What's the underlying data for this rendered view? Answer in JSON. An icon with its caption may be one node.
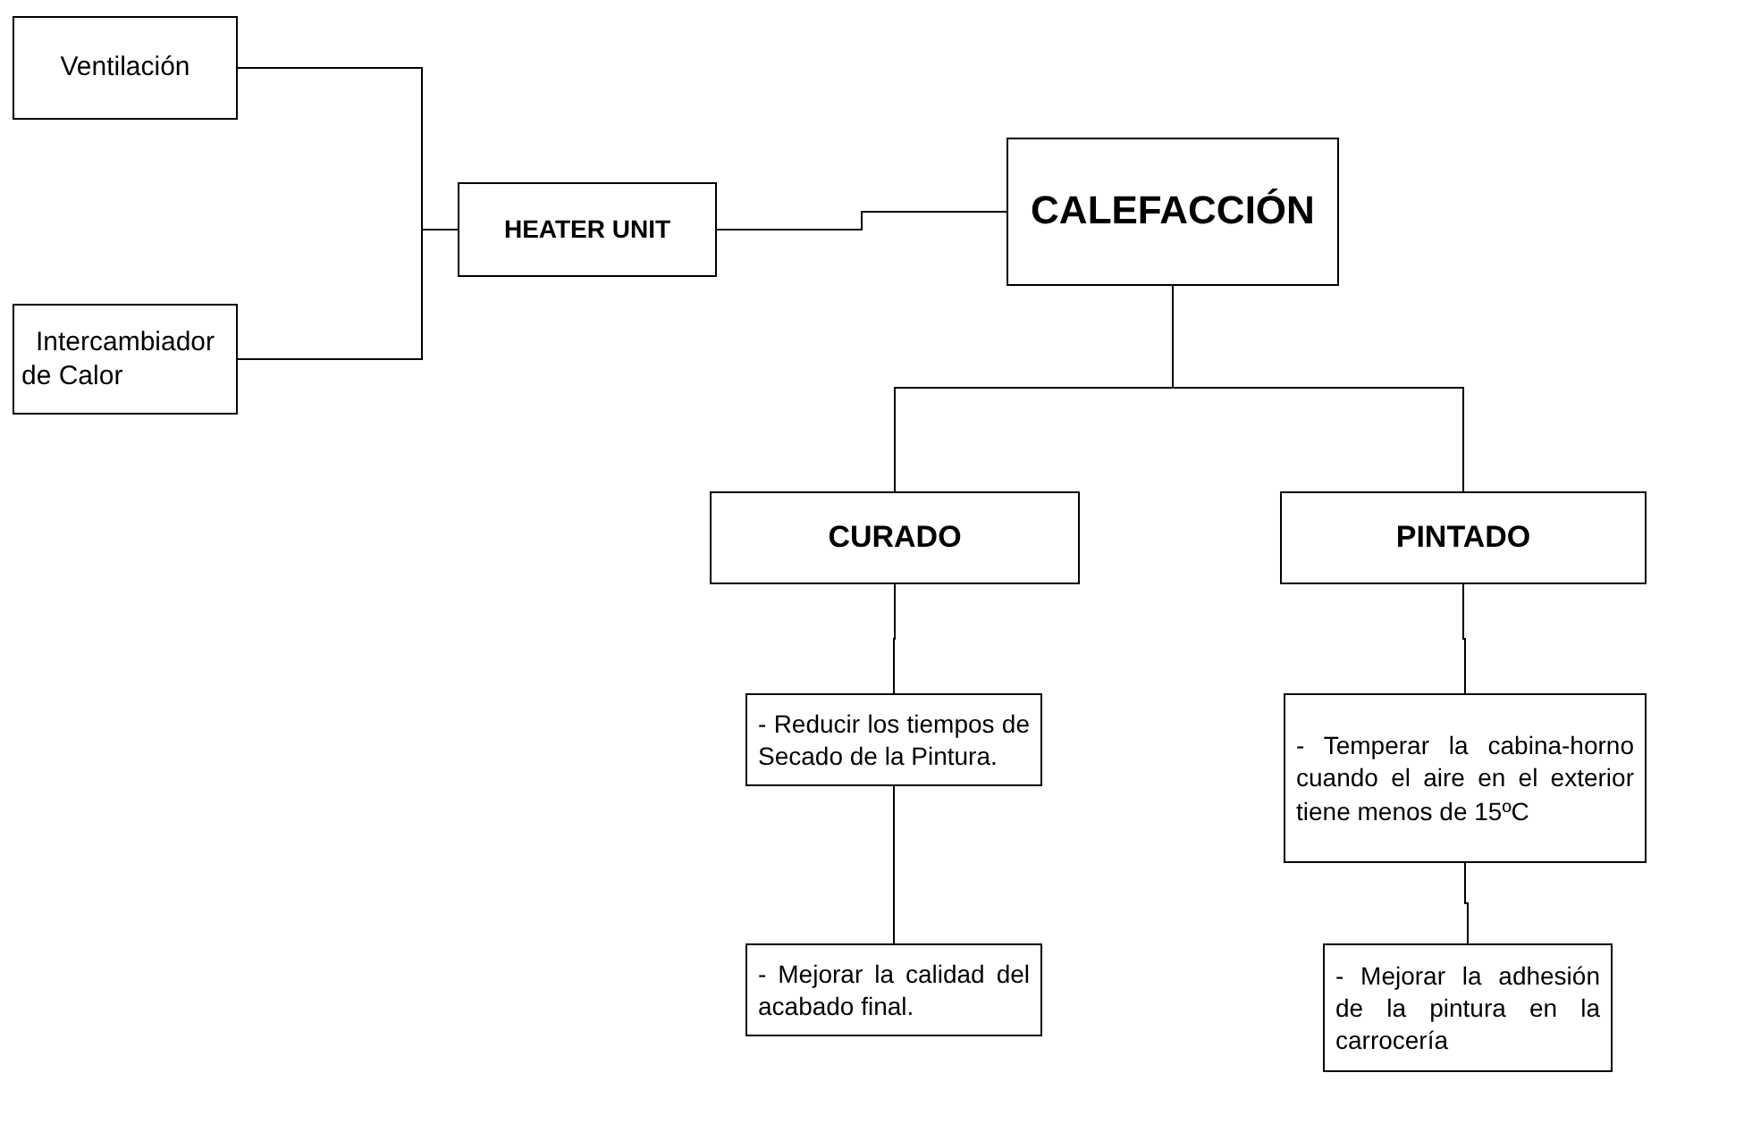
{
  "diagram": {
    "nodes": [
      {
        "text": [
          "Ventilación"
        ]
      },
      {
        "text": [
          "Intercambiador de Calor"
        ]
      },
      {
        "text": [
          "HEATER UNIT"
        ]
      },
      {
        "text": [
          "CALEFACCIÓN"
        ]
      },
      {
        "text": [
          "CURADO"
        ]
      },
      {
        "text": [
          "PINTADO"
        ]
      },
      {
        "text": [
          "- Reducir los tiempos de Secado de la Pintura."
        ]
      },
      {
        "text": [
          "- Temperar la cabina-horno cuando el aire en el exterior tiene menos de 15ºC"
        ]
      },
      {
        "text": [
          "- Mejorar la calidad del acabado final."
        ]
      },
      {
        "text": [
          "- Mejorar la adhesión de la pintura en la carrocería"
        ]
      }
    ],
    "edges": [
      {
        "from": 0,
        "to": 2,
        "arrow": "none"
      },
      {
        "from": 1,
        "to": 2,
        "arrow": "none"
      },
      {
        "from": 2,
        "to": 3,
        "arrow": "none"
      },
      {
        "from": 3,
        "to": 4,
        "arrow": "none"
      },
      {
        "from": 3,
        "to": 5,
        "arrow": "none"
      },
      {
        "from": 4,
        "to": 6,
        "arrow": "none"
      },
      {
        "from": 6,
        "to": 8,
        "arrow": "none"
      },
      {
        "from": 5,
        "to": 7,
        "arrow": "none"
      },
      {
        "from": 7,
        "to": 9,
        "arrow": "none"
      }
    ]
  }
}
